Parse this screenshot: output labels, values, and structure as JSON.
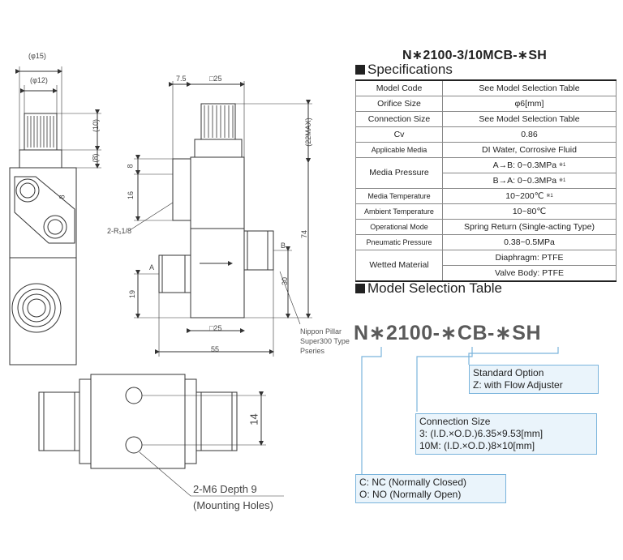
{
  "title": "N∗2100-3/10MCB-∗SH",
  "spec_heading": "Specifications",
  "spec_rows": [
    {
      "k": "Model Code",
      "v": "See Model Selection Table"
    },
    {
      "k": "Orifice Size",
      "v": "φ6[mm]"
    },
    {
      "k": "Connection Size",
      "v": "See Model Selection Table"
    },
    {
      "k": "Cv",
      "v": "0.86"
    },
    {
      "k": "Applicable Media",
      "v": "DI Water, Corrosive Fluid"
    },
    {
      "k": "Media Pressure",
      "v": "A→B: 0~0.3MPa",
      "v2": "B→A: 0~0.3MPa"
    },
    {
      "k": "Media Temperature",
      "v": "10~200℃"
    },
    {
      "k": "Ambient Temperature",
      "v": "10~80℃"
    },
    {
      "k": "Operational Mode",
      "v": "Spring Return (Single-acting Type)"
    },
    {
      "k": "Pneumatic Pressure",
      "v": "0.38~0.5MPa"
    },
    {
      "k": "Wetted Material",
      "v": "Diaphragm: PTFE",
      "v2": "Valve Body: PTFE"
    }
  ],
  "footnote_mark": "※1",
  "model_heading": "Model Selection Table",
  "model_code": "N∗2100-∗CB-∗SH",
  "option_box": {
    "line1": "Standard Option",
    "line2": "Z: with Flow Adjuster"
  },
  "conn_box": {
    "line1": "Connection Size",
    "line2": "3: (I.D.×O.D.)6.35×9.53[mm]",
    "line3": "10M: (I.D.×O.D.)8×10[mm]"
  },
  "nc_box": {
    "line1": "C: NC (Normally Closed)",
    "line2": "O: NO (Normally Open)"
  },
  "dims": {
    "d15": "(φ15)",
    "d12": "(φ12)",
    "d10": "(10)",
    "d8": "(8)",
    "d8b": "8",
    "d75": "7.5",
    "sq25": "□25",
    "d22max": "(22MAX)",
    "d8c": "8",
    "d16": "16",
    "rc": "2-R₁1/8",
    "d74": "74",
    "d30": "30",
    "d19": "19",
    "sq25b": "□25",
    "d55": "55",
    "portA": "A",
    "portB": "B",
    "d14": "14"
  },
  "pillar_note": {
    "l1": "Nippon Pillar",
    "l2": "Super300 Type",
    "l3": "Pseries"
  },
  "mount": {
    "l1": "2-M6 Depth 9",
    "l2": "(Mounting Holes)"
  },
  "colors": {
    "box_border": "#7ab4dc",
    "box_fill": "#eaf4fb",
    "line": "#333333"
  }
}
